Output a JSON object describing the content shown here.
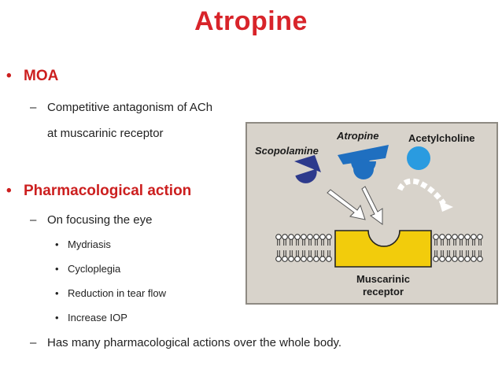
{
  "title": "Atropine",
  "bullets": {
    "moa": {
      "marker": "•",
      "label": "MOA"
    },
    "moa_sub": {
      "marker": "–",
      "line1": "Competitive antagonism of ACh",
      "line2": "at muscarinic receptor"
    },
    "pharm": {
      "marker": "•",
      "label": "Pharmacological action"
    },
    "pharm_sub1": {
      "marker": "–",
      "label": "On focusing the eye"
    },
    "eye_effects": [
      {
        "marker": "•",
        "label": "Mydriasis"
      },
      {
        "marker": "•",
        "label": "Cycloplegia"
      },
      {
        "marker": "•",
        "label": "Reduction in tear flow"
      },
      {
        "marker": "•",
        "label": "Increase IOP"
      }
    ],
    "pharm_sub2": {
      "marker": "–",
      "label": "Has many pharmacological actions over the whole body."
    }
  },
  "figure": {
    "labels": {
      "scopolamine": "Scopolamine",
      "atropine": "Atropine",
      "acetylcholine": "Acetylcholine",
      "receptor_line1": "Muscarinic",
      "receptor_line2": "receptor"
    },
    "colors": {
      "background": "#d8d3cb",
      "scopolamine": "#2d3a8c",
      "atropine": "#1f6fc0",
      "acetylcholine": "#2a9be0",
      "receptor": "#f2cc0c",
      "title": "#d8242a"
    }
  }
}
